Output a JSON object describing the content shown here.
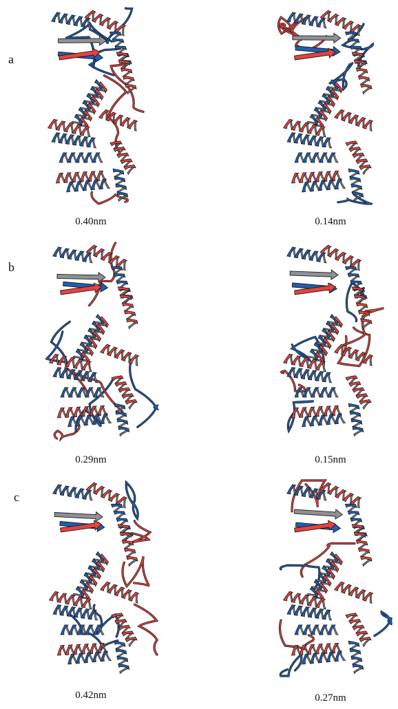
{
  "figure": {
    "colors": {
      "structure_a": "#e8413d",
      "structure_b": "#1f5fb0",
      "sheet_gray": "#8e9295",
      "outline": "#1a1a1a"
    },
    "rows": [
      {
        "label": "a",
        "panels": [
          {
            "caption": "0.40nm",
            "icon": "protein-ribbon-overlay"
          },
          {
            "caption": "0.14nm",
            "icon": "protein-ribbon-overlay"
          }
        ]
      },
      {
        "label": "b",
        "panels": [
          {
            "caption": "0.29nm",
            "icon": "protein-ribbon-overlay"
          },
          {
            "caption": "0.15nm",
            "icon": "protein-ribbon-overlay"
          }
        ]
      },
      {
        "label": "c",
        "panels": [
          {
            "caption": "0.42nm",
            "icon": "protein-ribbon-overlay"
          },
          {
            "caption": "0.27nm",
            "icon": "protein-ribbon-overlay"
          }
        ]
      }
    ]
  }
}
